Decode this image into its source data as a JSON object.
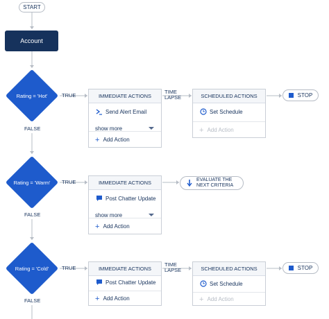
{
  "start_label": "START",
  "account_label": "Account",
  "true_label": "TRUE",
  "false_label": "FALSE",
  "time_lapse_label": "TIME\nLAPSE",
  "stop_label": "STOP",
  "evaluate_label": "EVALUATE THE\nNEXT CRITERIA",
  "immediate_header": "IMMEDIATE ACTIONS",
  "scheduled_header": "SCHEDULED ACTIONS",
  "show_more": "show more",
  "add_action": "Add Action",
  "set_schedule": "Set Schedule",
  "criteria": [
    {
      "label": "Rating = 'Hot'",
      "action": "Send Alert Email"
    },
    {
      "label": "Rating = 'Warm'",
      "action": "Post Chatter Update"
    },
    {
      "label": "Rating = 'Cold'",
      "action": "Post Chatter Update"
    }
  ],
  "colors": {
    "diamond": "#1e5bcc",
    "account": "#16325c",
    "connector": "#b6bcc5"
  }
}
